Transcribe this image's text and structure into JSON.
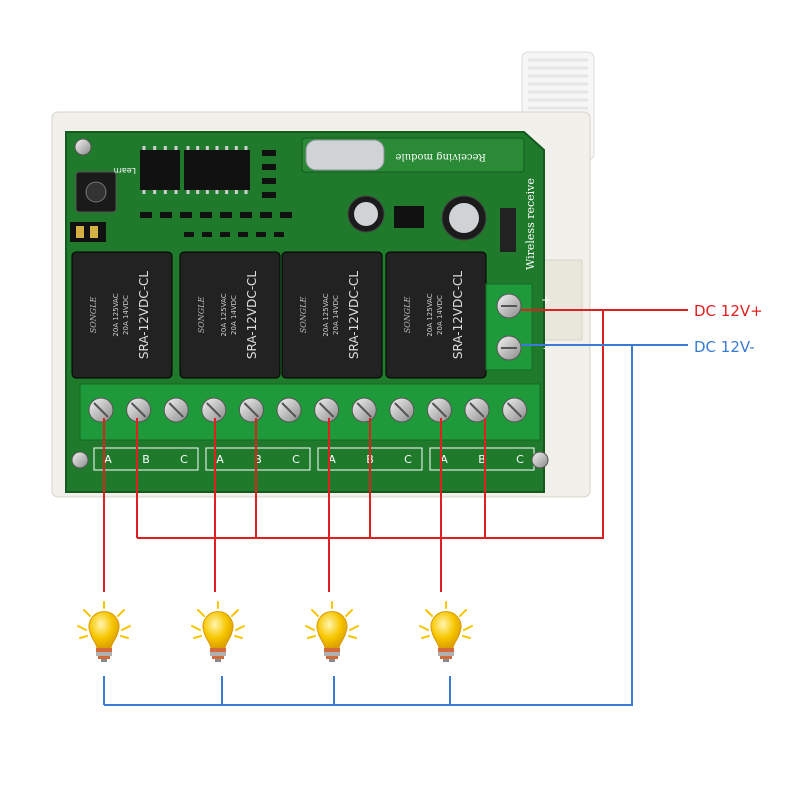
{
  "colors": {
    "positive_wire": "#e02020",
    "negative_wire": "#3a7bd5",
    "pcb": "#1f7a2c",
    "terminal": "#1f9a3a",
    "relay": "#222222",
    "housing": "#f2f0ea",
    "bulb": "#f7c600"
  },
  "power": {
    "positive_label": "DC 12V+",
    "negative_label": "DC 12V-"
  },
  "board": {
    "module_text": "Receiving module",
    "wireless_text": "Wireless receive",
    "learn_label": "Learn",
    "plus_mark": "+",
    "minus_mark": "-",
    "relays": [
      {
        "brand": "SONGLE",
        "model": "SRA-12VDC-CL",
        "rating1": "20A 14VDC",
        "rating2": "20A 125VAC"
      },
      {
        "brand": "SONGLE",
        "model": "SRA-12VDC-CL",
        "rating1": "20A 14VDC",
        "rating2": "20A 125VAC"
      },
      {
        "brand": "SONGLE",
        "model": "SRA-12VDC-CL",
        "rating1": "20A 14VDC",
        "rating2": "20A 125VAC"
      },
      {
        "brand": "SONGLE",
        "model": "SRA-12VDC-CL",
        "rating1": "20A 14VDC",
        "rating2": "20A 125VAC"
      }
    ],
    "terminal_letters": [
      "A",
      "B",
      "C"
    ]
  },
  "bulbs": [
    {
      "icon": "light-bulb-icon"
    },
    {
      "icon": "light-bulb-icon"
    },
    {
      "icon": "light-bulb-icon"
    },
    {
      "icon": "light-bulb-icon"
    }
  ]
}
